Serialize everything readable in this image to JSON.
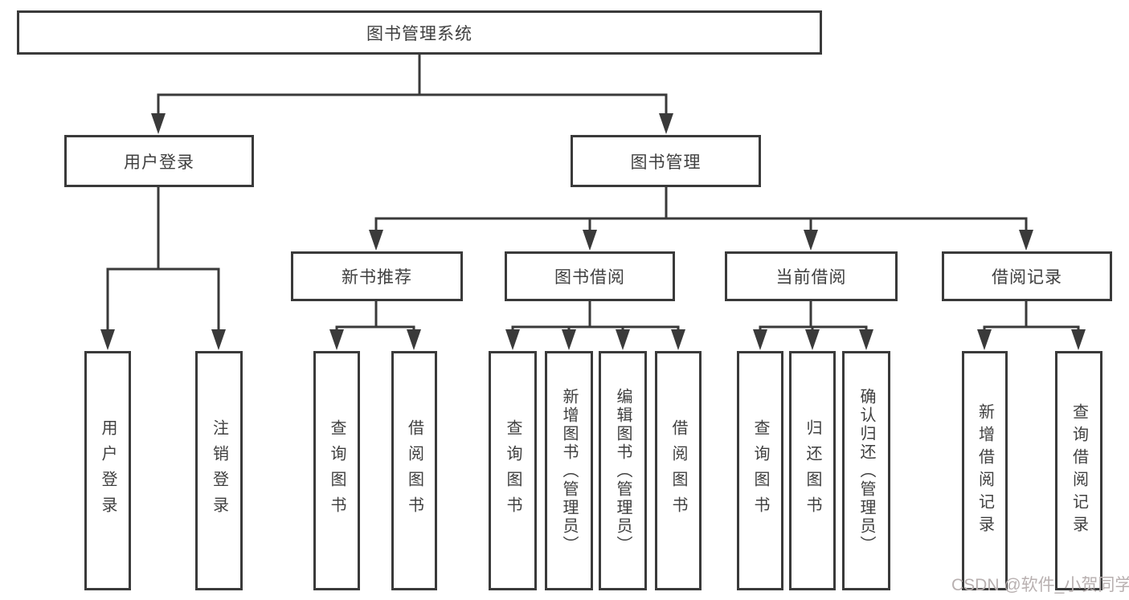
{
  "diagram": {
    "root": {
      "label": "图书管理系统"
    },
    "branches": [
      {
        "label": "用户登录",
        "children": [
          {
            "label": "用户登录"
          },
          {
            "label": "注销登录"
          }
        ]
      },
      {
        "label": "图书管理",
        "children": [
          {
            "label": "新书推荐",
            "children": [
              {
                "label": "查询图书"
              },
              {
                "label": "借阅图书"
              }
            ]
          },
          {
            "label": "图书借阅",
            "children": [
              {
                "label": "查询图书"
              },
              {
                "label": "新增图书（管理员）"
              },
              {
                "label": "编辑图书（管理员）"
              },
              {
                "label": "借阅图书"
              }
            ]
          },
          {
            "label": "当前借阅",
            "children": [
              {
                "label": "查询图书"
              },
              {
                "label": "归还图书"
              },
              {
                "label": "确认归还（管理员）"
              }
            ]
          },
          {
            "label": "借阅记录",
            "children": [
              {
                "label": "新增借阅记录"
              },
              {
                "label": "查询借阅记录"
              }
            ]
          }
        ]
      }
    ]
  },
  "watermark": {
    "text": "CSDN @软件_小贺同学"
  },
  "colors": {
    "line": "#3a3a3a",
    "border": "#3a3a3a",
    "text": "#3f3f3f",
    "background": "#ffffff",
    "watermark": "#b8b0b0"
  }
}
